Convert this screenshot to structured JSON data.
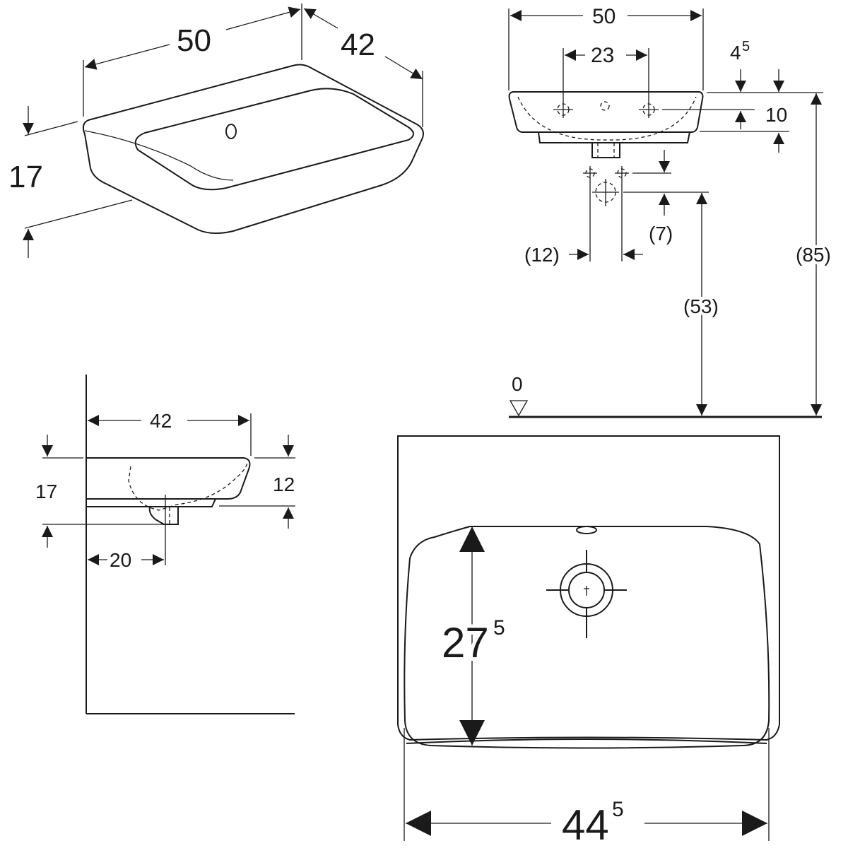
{
  "isometric_view": {
    "width": "50",
    "depth": "42",
    "height": "17"
  },
  "front_elevation": {
    "width": "50",
    "tap_spacing": "23",
    "rim_offset": "4",
    "rim_offset_sup": "5",
    "overflow_height": "10",
    "drain_offset": "(7)",
    "drain_spacing": "(12)",
    "drain_height": "(53)",
    "rim_height": "(85)",
    "floor_level": "0"
  },
  "side_view": {
    "depth": "42",
    "height": "17",
    "bowl_depth": "12",
    "drain_distance": "20"
  },
  "plan_view": {
    "bowl_length": "27",
    "bowl_length_sup": "5",
    "inner_width": "44",
    "inner_width_sup": "5"
  }
}
